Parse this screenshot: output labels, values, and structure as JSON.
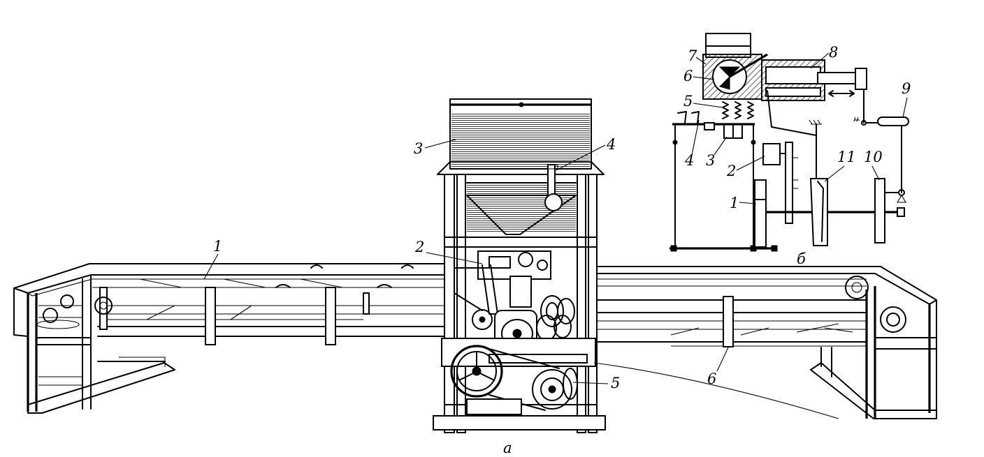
{
  "view_a": {
    "caption": "а",
    "labels": {
      "l1": "1",
      "l2": "2",
      "l3": "3",
      "l4": "4",
      "l5": "5",
      "l6": "6"
    }
  },
  "view_b": {
    "caption": "б",
    "labels": {
      "l1": "1",
      "l2": "2",
      "l3": "3",
      "l4": "4",
      "l5": "5",
      "l6": "6",
      "l7": "7",
      "l8": "8",
      "l9": "9",
      "l10": "10",
      "l11": "11"
    }
  }
}
